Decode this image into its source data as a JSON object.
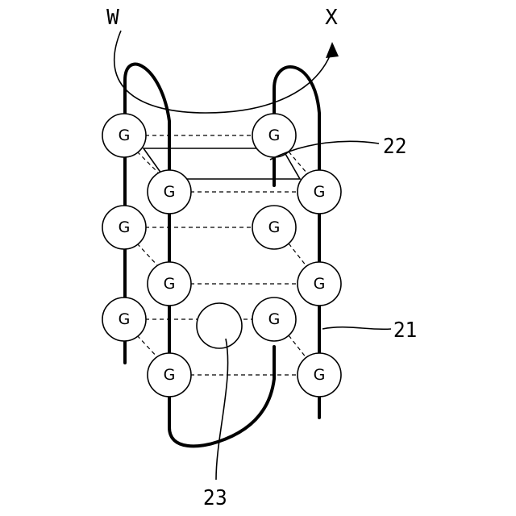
{
  "labels": {
    "w": "W",
    "x": "X",
    "ref_22": "22",
    "ref_21": "21",
    "ref_23": "23",
    "g": "G"
  }
}
